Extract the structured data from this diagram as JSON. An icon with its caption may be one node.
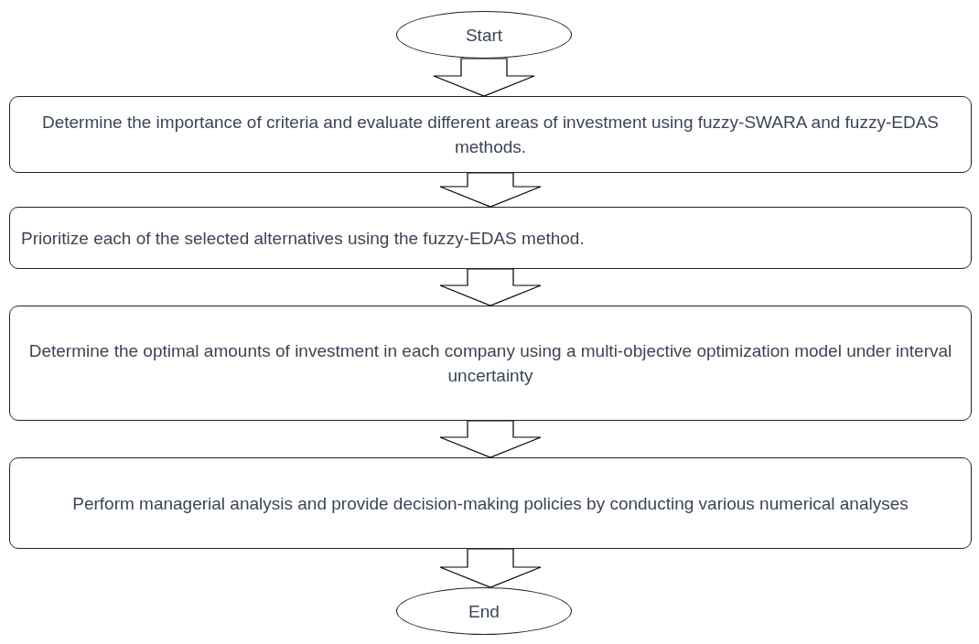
{
  "diagram": {
    "nodes": [
      {
        "text": [
          "Start"
        ]
      },
      {
        "text": [
          "Determine the importance of criteria and evaluate different areas of investment using fuzzy-SWARA and fuzzy-EDAS methods."
        ]
      },
      {
        "text": [
          "Prioritize each of the selected alternatives using the fuzzy-EDAS method."
        ]
      },
      {
        "text": [
          "Determine the optimal amounts of investment in each company using a multi-objective optimization model under interval uncertainty"
        ]
      },
      {
        "text": [
          "Perform managerial analysis and provide decision-making policies by conducting various numerical analyses"
        ]
      },
      {
        "text": [
          "End"
        ]
      }
    ],
    "edges": [
      {
        "from": 0,
        "to": 1,
        "arrow": "to"
      },
      {
        "from": 1,
        "to": 2,
        "arrow": "to"
      },
      {
        "from": 2,
        "to": 3,
        "arrow": "to"
      },
      {
        "from": 3,
        "to": 4,
        "arrow": "to"
      },
      {
        "from": 4,
        "to": 5,
        "arrow": "to"
      }
    ]
  }
}
